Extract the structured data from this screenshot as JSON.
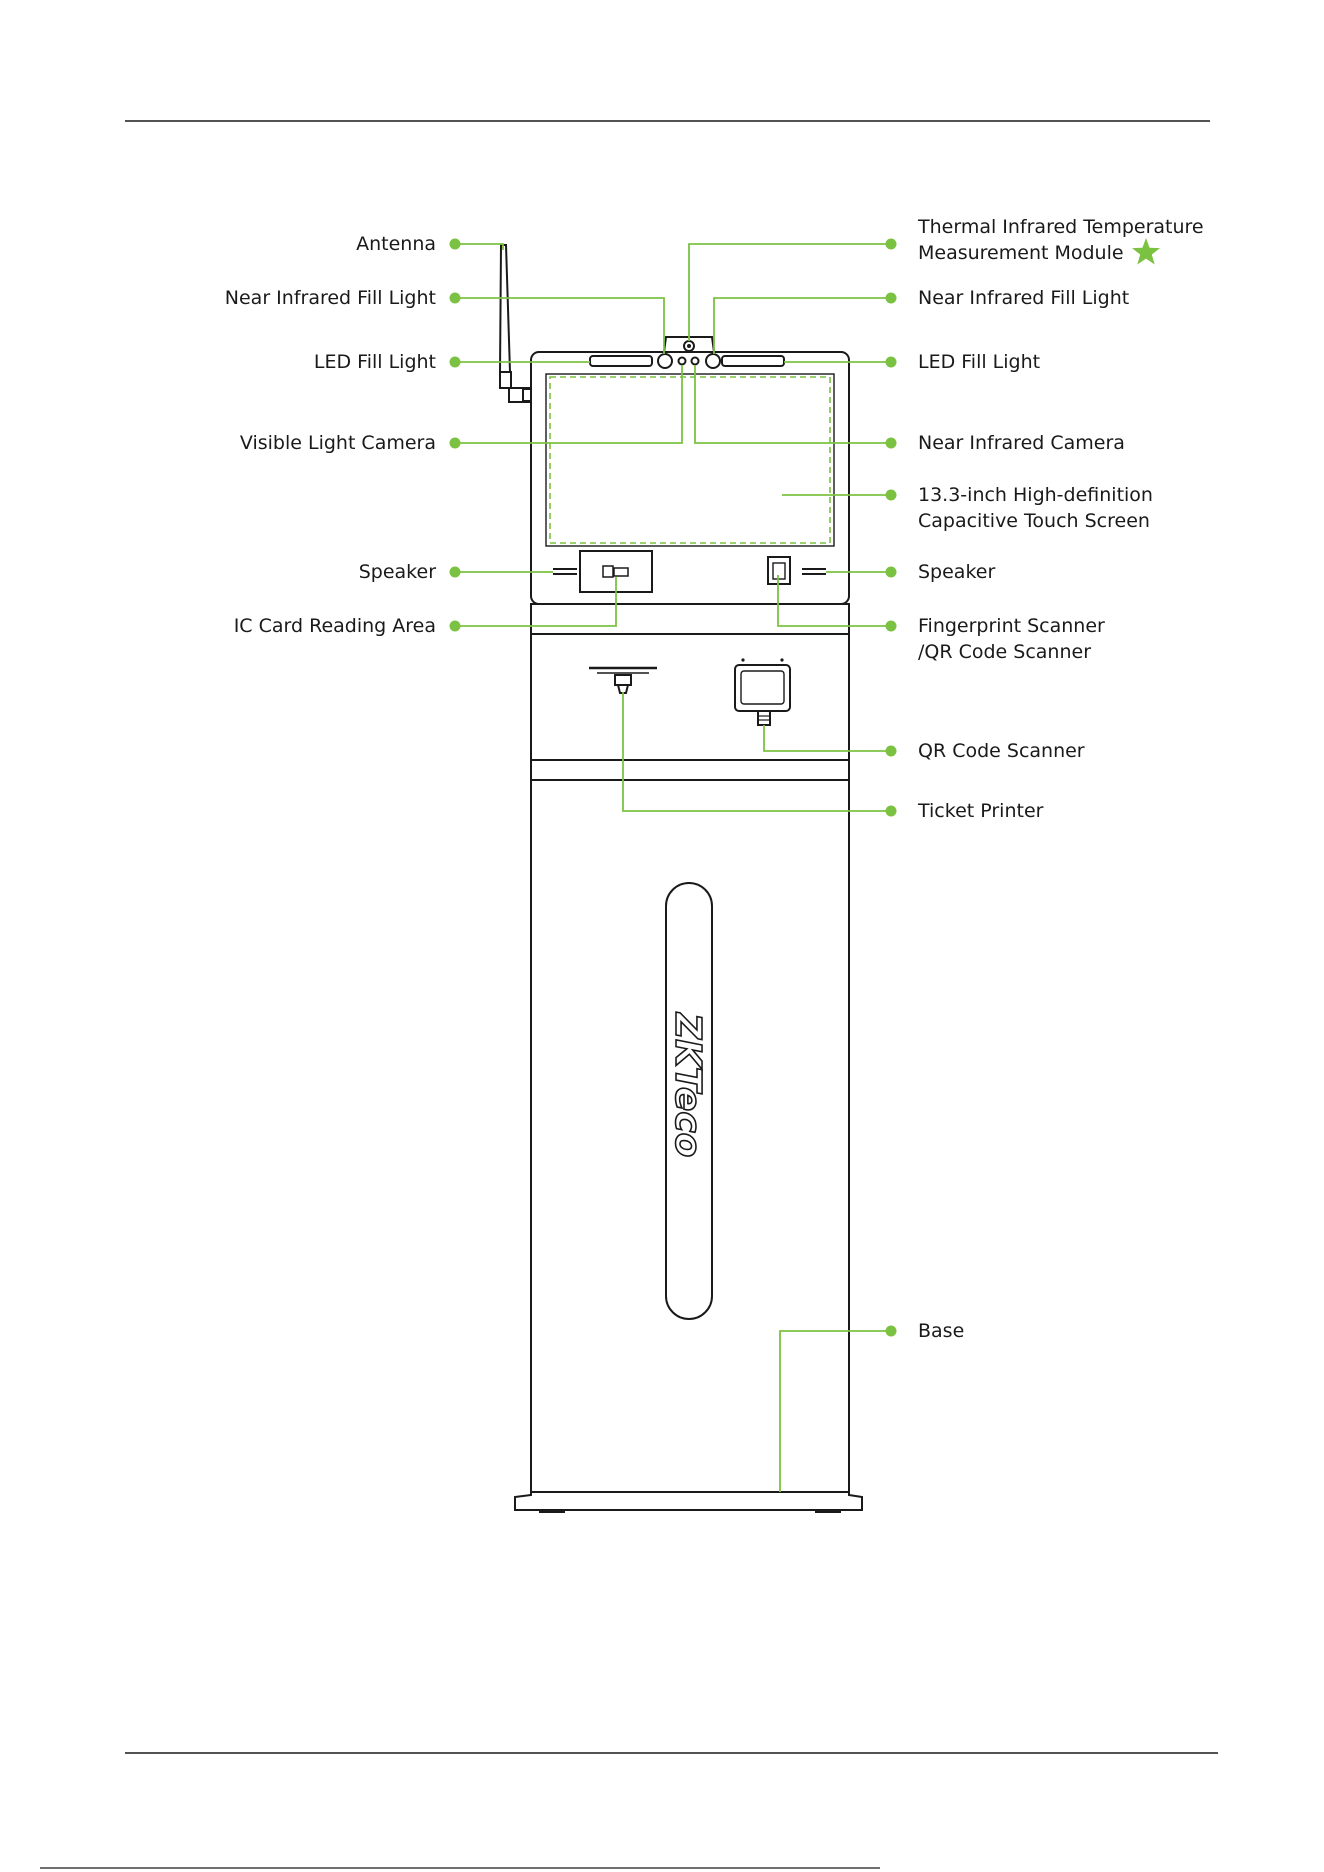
{
  "callouts": {
    "left": {
      "antenna": "Antenna",
      "near_ir_fill_light": "Near Infrared Fill Light",
      "led_fill_light": "LED Fill Light",
      "visible_light_camera": "Visible Light Camera",
      "speaker": "Speaker",
      "ic_card_reading_area": "IC Card Reading Area"
    },
    "right": {
      "thermal_module_line1": "Thermal Infrared Temperature",
      "thermal_module_line2": "Measurement Module",
      "near_ir_fill_light": "Near Infrared Fill Light",
      "led_fill_light": "LED Fill Light",
      "near_ir_camera": "Near Infrared Camera",
      "touch_screen_line1": "13.3-inch High-definition",
      "touch_screen_line2": "Capacitive Touch Screen",
      "speaker": "Speaker",
      "fingerprint_line1": "Fingerprint Scanner",
      "fingerprint_line2": "/QR Code Scanner",
      "qr_code_scanner": "QR Code Scanner",
      "ticket_printer": "Ticket Printer",
      "base": "Base"
    }
  },
  "brand_logo": "ZKTeco",
  "colors": {
    "accent": "#7cc242",
    "ink": "#1a1a1a"
  },
  "icons": {
    "optional_feature_marker": "star-icon"
  }
}
